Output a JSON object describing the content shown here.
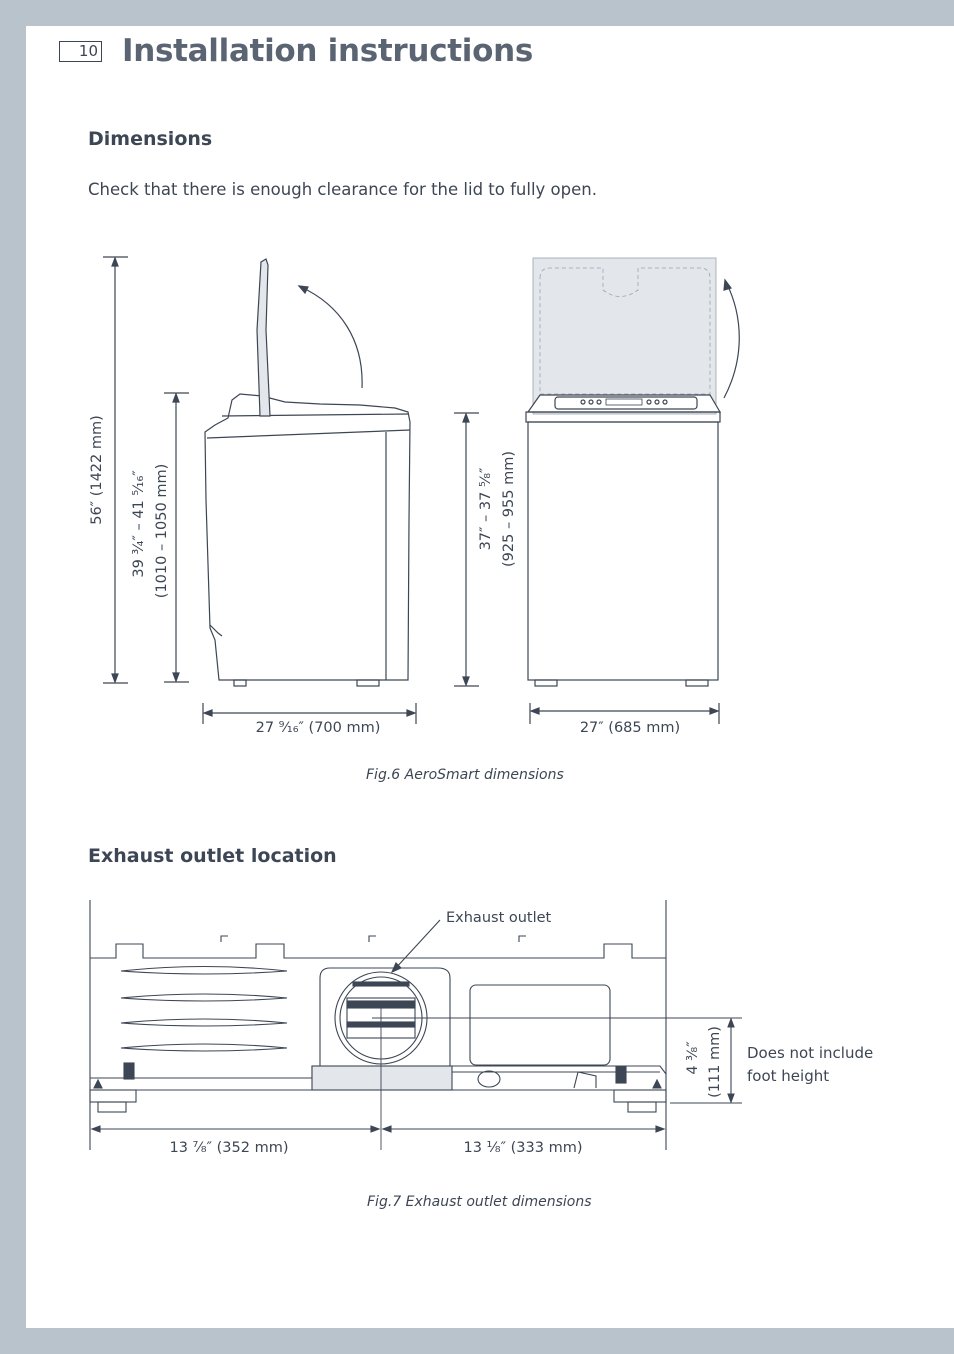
{
  "header": {
    "page_number": "10",
    "title": "Installation instructions"
  },
  "dimensions_section": {
    "heading": "Dimensions",
    "intro": "Check that there is enough clearance for the lid to fully open.",
    "labels": {
      "total_height": "56″ (1422 mm)",
      "side_height_imperial": "39 ³⁄₄″ – 41 ⁵⁄₁₆″",
      "side_height_metric": "(1010 – 1050 mm)",
      "front_height_imperial": "37″ – 37 ⁵⁄₈″",
      "front_height_metric": "(925 – 955 mm)",
      "depth": "27 ⁹⁄₁₆″ (700 mm)",
      "width": "27″ (685 mm)"
    },
    "caption": "Fig.6 AeroSmart dimensions"
  },
  "exhaust_section": {
    "heading": "Exhaust outlet location",
    "labels": {
      "exhaust_outlet": "Exhaust outlet",
      "outlet_height": "4 ³⁄₈″",
      "outlet_height_metric": "(111 mm)",
      "note_line1": "Does not include",
      "note_line2": "foot height",
      "left_distance": "13 ⁷⁄₈″ (352 mm)",
      "right_distance": "13 ¹⁄₈″ (333 mm)"
    },
    "caption": "Fig.7 Exhaust outlet dimensions"
  },
  "colors": {
    "frame": "#b9c3cc",
    "text": "#3d4654",
    "title": "#5b6472",
    "lid_fill": "#e3e7ec"
  }
}
